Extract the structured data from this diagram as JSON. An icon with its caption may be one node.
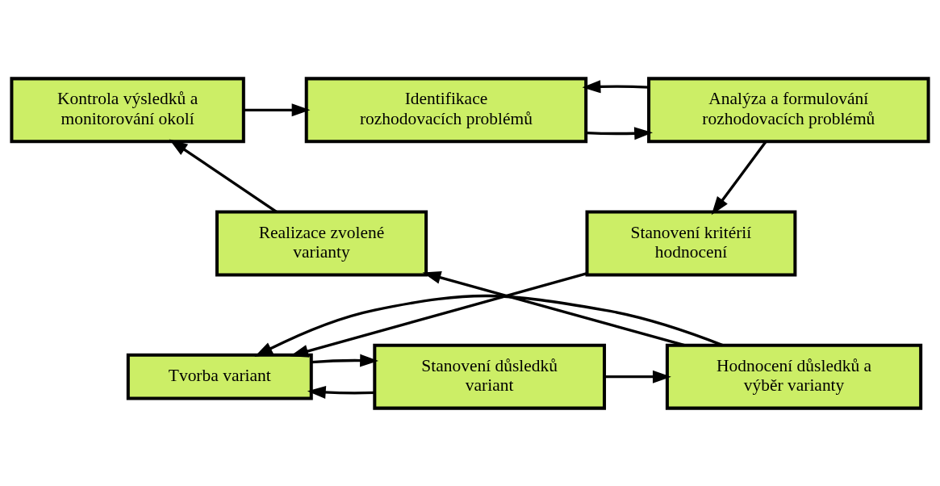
{
  "diagram": {
    "nodes": [
      {
        "text": [
          "Identifikace rozhodovacích problémů"
        ]
      },
      {
        "text": [
          "Kontrola výsledků a monitorování okolí"
        ]
      },
      {
        "text": [
          "Analýza a formulování rozhodovacích problémů"
        ]
      },
      {
        "text": [
          "Realizace zvolené varianty"
        ]
      },
      {
        "text": [
          "Stanovení kritérií hodnocení"
        ]
      },
      {
        "text": [
          "Hodnocení důsledků a výběr varianty"
        ]
      },
      {
        "text": [
          "Stanovení důsledků variant"
        ]
      },
      {
        "text": [
          "Tvorba variant"
        ]
      }
    ],
    "edges": [
      {
        "from": 1,
        "to": 0,
        "arrow": "to"
      },
      {
        "from": 0,
        "to": 2,
        "arrow": "to"
      },
      {
        "from": 2,
        "to": 0,
        "arrow": "to"
      },
      {
        "from": 2,
        "to": 4,
        "arrow": "to"
      },
      {
        "from": 4,
        "to": 7,
        "arrow": "to"
      },
      {
        "from": 5,
        "to": 7,
        "arrow": "to"
      },
      {
        "from": 6,
        "to": 7,
        "arrow": "to"
      },
      {
        "from": 7,
        "to": 6,
        "arrow": "to"
      },
      {
        "from": 6,
        "to": 5,
        "arrow": "to"
      },
      {
        "from": 5,
        "to": 3,
        "arrow": "to"
      },
      {
        "from": 3,
        "to": 1,
        "arrow": "to"
      }
    ]
  }
}
